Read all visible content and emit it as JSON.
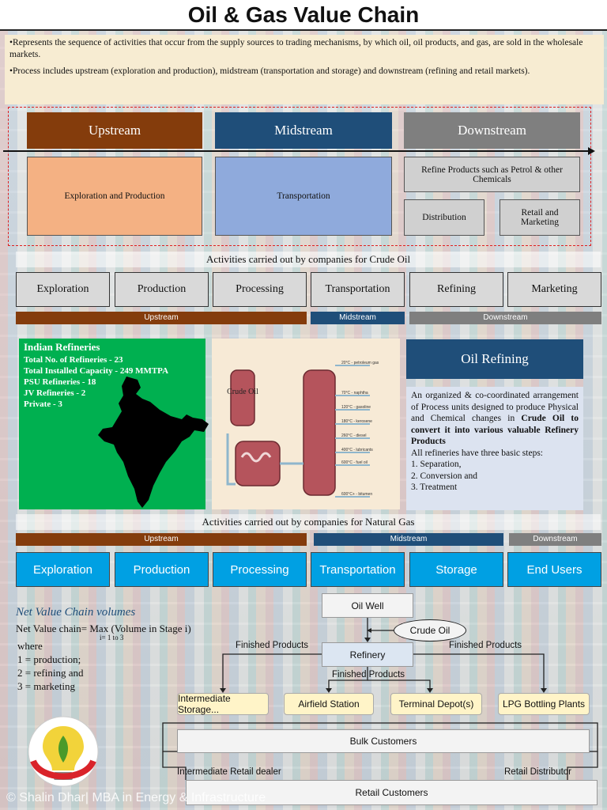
{
  "title": "Oil & Gas Value Chain",
  "intro": {
    "p1": "•Represents the sequence of activities that occur from the supply sources to trading mechanisms, by which oil, oil products, and gas, are sold in the wholesale markets.",
    "p2": "•Process includes upstream (exploration and production), midstream (transportation and storage) and downstream (refining and retail markets)."
  },
  "stages": {
    "upstream": "Upstream",
    "midstream": "Midstream",
    "downstream": "Downstream",
    "upstream_box": "Exploration and Production",
    "midstream_box": "Transportation",
    "downstream_box1": "Refine Products such as Petrol & other Chemicals",
    "downstream_box2": "Distribution",
    "downstream_box3": "Retail and Marketing"
  },
  "crude": {
    "heading": "Activities carried out by companies for Crude Oil",
    "activities": [
      "Exploration",
      "Production",
      "Processing",
      "Transportation",
      "Refining",
      "Marketing"
    ],
    "bands": [
      "Upstream",
      "Midstream",
      "Downstream"
    ]
  },
  "refineries": {
    "title": "Indian Refineries",
    "lines": [
      "Total No. of Refineries - 23",
      "Total Installed Capacity - 249 MMTPA",
      "PSU Refineries - 18",
      "JV Refineries - 2",
      "Private - 3"
    ]
  },
  "diagram": {
    "crude_label": "Crude Oil",
    "fractions": [
      "20°C - petroleum gas",
      "70°C - naphtha",
      "120°C - gasoline",
      "180°C - kerosene",
      "260°C - diesel",
      "400°C - lubricants",
      "600°C - fuel oil",
      "600°C+ - bitumen"
    ]
  },
  "oil_refining": {
    "title": "Oil Refining",
    "text1": "An organized & co-coordinated arrangement of Process units designed to produce Physical and Chemical changes in ",
    "bold": "Crude Oil to convert it into various valuable Refinery Products",
    "text2": "All refineries have three basic steps:",
    "steps": [
      "1. Separation,",
      "2. Conversion and",
      "3. Treatment"
    ]
  },
  "gas": {
    "heading": "Activities carried out by companies for Natural Gas",
    "bands": [
      "Upstream",
      "Midstream",
      "Downstream"
    ],
    "activities": [
      "Exploration",
      "Production",
      "Processing",
      "Transportation",
      "Storage",
      "End Users"
    ]
  },
  "net_value": {
    "title": "Net Value Chain volumes",
    "formula": "Net Value chain= Max (Volume in Stage i)",
    "subscript": "i= 1 to 3",
    "where": "where",
    "items": [
      "1 = production;",
      "2 = refining and",
      "3 = marketing"
    ]
  },
  "flow": {
    "oil_well": "Oil Well",
    "crude_oil": "Crude Oil",
    "refinery": "Refinery",
    "finished_left": "Finished Products",
    "finished_right": "Finished Products",
    "finished_mid": "Finished Products",
    "storage": "Intermediate Storage...",
    "airfield": "Airfield Station",
    "terminal": "Terminal Depot(s)",
    "lpg": "LPG Bottling Plants",
    "bulk": "Bulk Customers",
    "retail_dealer": "Intermediate Retail dealer",
    "retail_distributor": "Retail Distributor",
    "retail_customers": "Retail Customers"
  },
  "footer": "© Shalin Dhar| MBA in Energy & Infrastructure",
  "colors": {
    "upstream": "#843c0c",
    "midstream": "#1f4e79",
    "downstream": "#7f7f7f",
    "gas_blue": "#00a0e3",
    "india_green": "#00b050"
  }
}
